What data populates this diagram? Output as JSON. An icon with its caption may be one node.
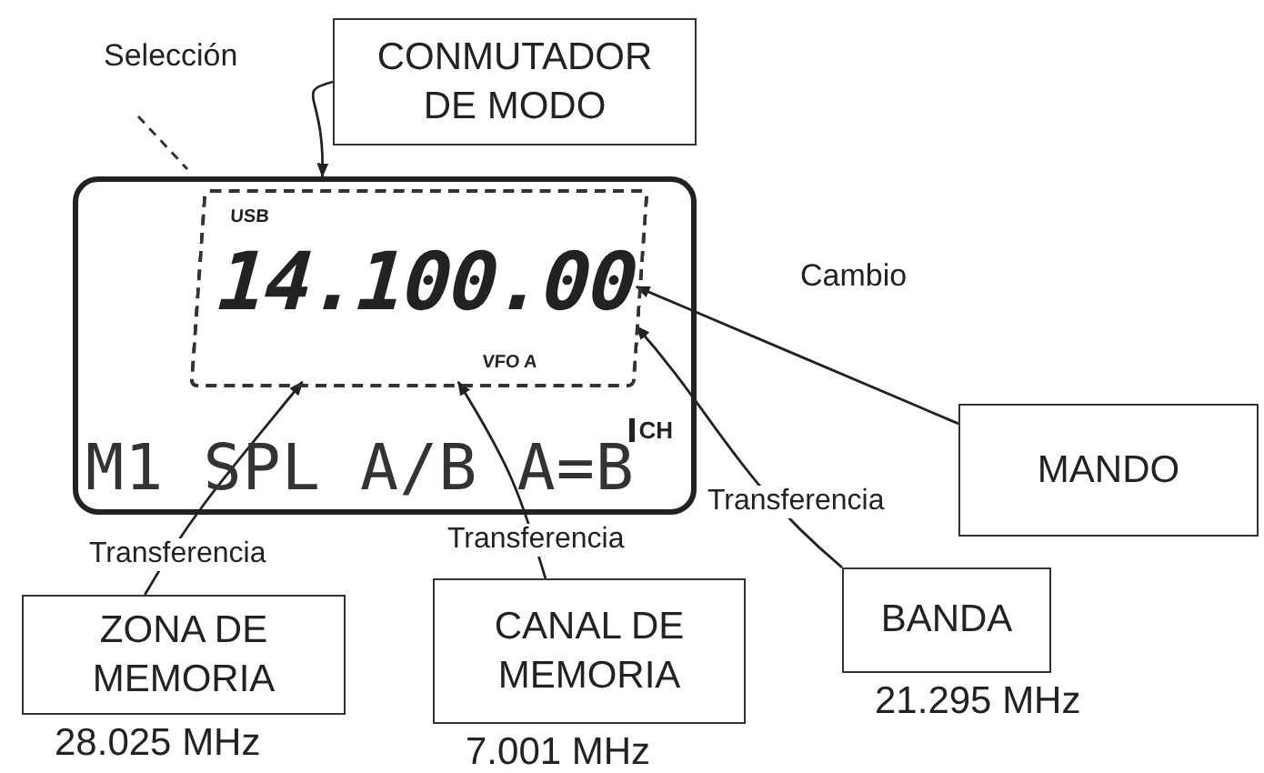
{
  "diagram": {
    "nodes": [
      {
        "text": [
          "CH",
          "M1 SPL A/B A=B"
        ]
      },
      {
        "text": [
          "USB",
          "14.100.00",
          "VFO A"
        ],
        "in": 0
      },
      {
        "text": [
          "CONMUTADOR DE MODO"
        ]
      },
      {
        "text": [
          "MANDO"
        ]
      },
      {
        "text": [
          "BANDA"
        ],
        "beside": [
          "21.295 MHz"
        ]
      },
      {
        "text": [
          "ZONA DE MEMORIA"
        ],
        "beside": [
          "28.025 MHz"
        ]
      },
      {
        "text": [
          "CANAL DE MEMORIA"
        ],
        "beside": [
          "7.001 MHz"
        ]
      }
    ],
    "edges": [
      {
        "from": 2,
        "to": 0,
        "arrow": "to"
      },
      {
        "from": 3,
        "to": 1,
        "arrow": "to"
      },
      {
        "from": 4,
        "to": 1,
        "arrow": "to",
        "label": "Transferencia"
      },
      {
        "from": 5,
        "to": 1,
        "arrow": "to",
        "label": "Transferencia"
      },
      {
        "from": 6,
        "to": 1,
        "arrow": "to",
        "label": "Transferencia"
      }
    ],
    "labels": [
      "Selección",
      "Cambio"
    ]
  }
}
